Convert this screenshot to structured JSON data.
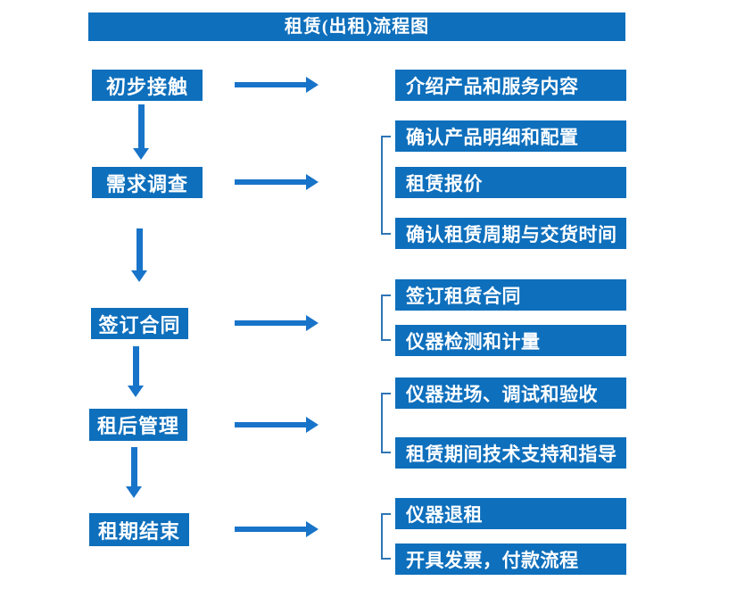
{
  "title": "租赁(出租)流程图",
  "colors": {
    "box_blue": "#0E6FBC",
    "arrow_blue": "#1874C9",
    "bracket_blue": "#2E75B6",
    "box_text": "#FFFFFF",
    "background": "#FFFFFF"
  },
  "flow": {
    "steps": [
      {
        "label": "初步接触",
        "details": [
          "介绍产品和服务内容"
        ]
      },
      {
        "label": "需求调查",
        "details": [
          "确认产品明细和配置",
          "租赁报价",
          "确认租赁周期与交货时间"
        ]
      },
      {
        "label": "签订合同",
        "details": [
          "签订租赁合同",
          "仪器检测和计量"
        ]
      },
      {
        "label": "租后管理",
        "details": [
          "仪器进场、调试和验收",
          "租赁期间技术支持和指导"
        ]
      },
      {
        "label": "租期结束",
        "details": [
          "仪器退租",
          "开具发票，付款流程"
        ]
      }
    ]
  }
}
